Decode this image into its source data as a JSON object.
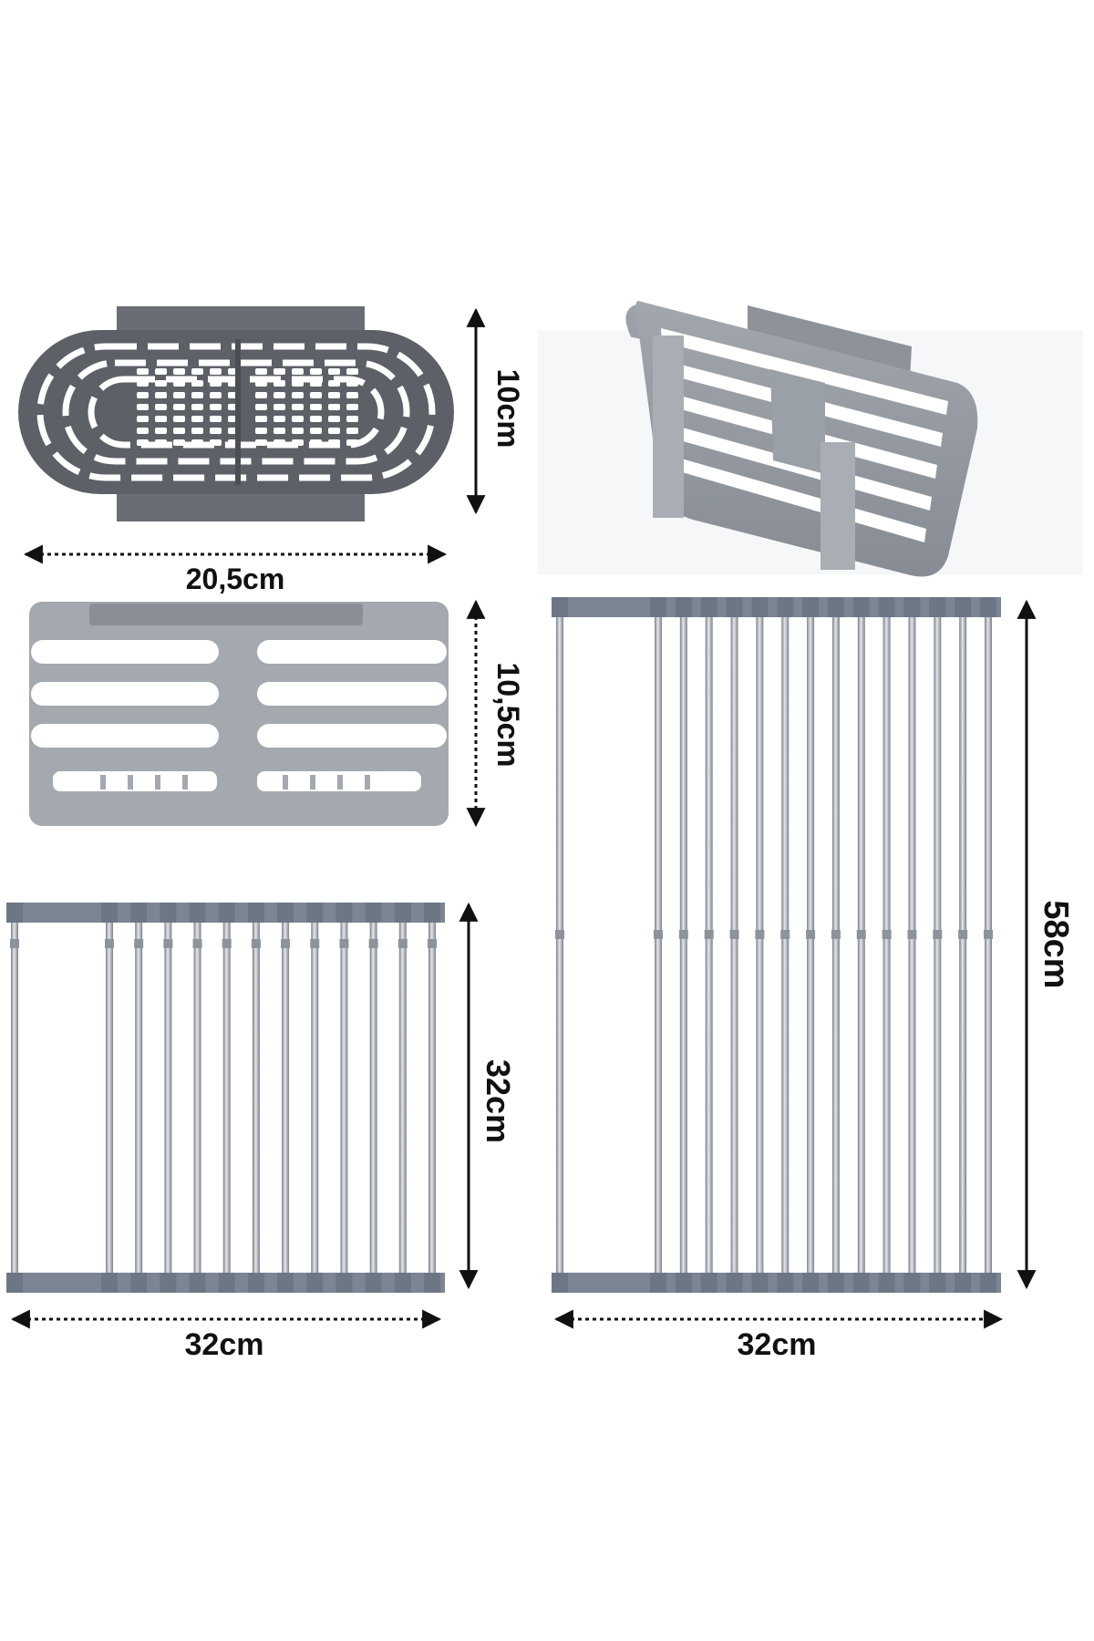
{
  "colors": {
    "plastic_dark": "#5f6167",
    "plastic_light": "#8a8f97",
    "rack_bar": "#7c8594",
    "rod_light": "#d9dde2",
    "rod_dark": "#7b8088",
    "arrow": "#111111"
  },
  "basket_top_view": {
    "width_label": "20,5cm",
    "height_label": "10cm"
  },
  "basket_side_view": {
    "height_label": "10,5cm"
  },
  "rack_folded": {
    "height_label": "32cm",
    "width_label": "32cm",
    "rod_count": 13
  },
  "rack_extended": {
    "height_label": "58cm",
    "width_label": "32cm",
    "rod_count": 15
  }
}
